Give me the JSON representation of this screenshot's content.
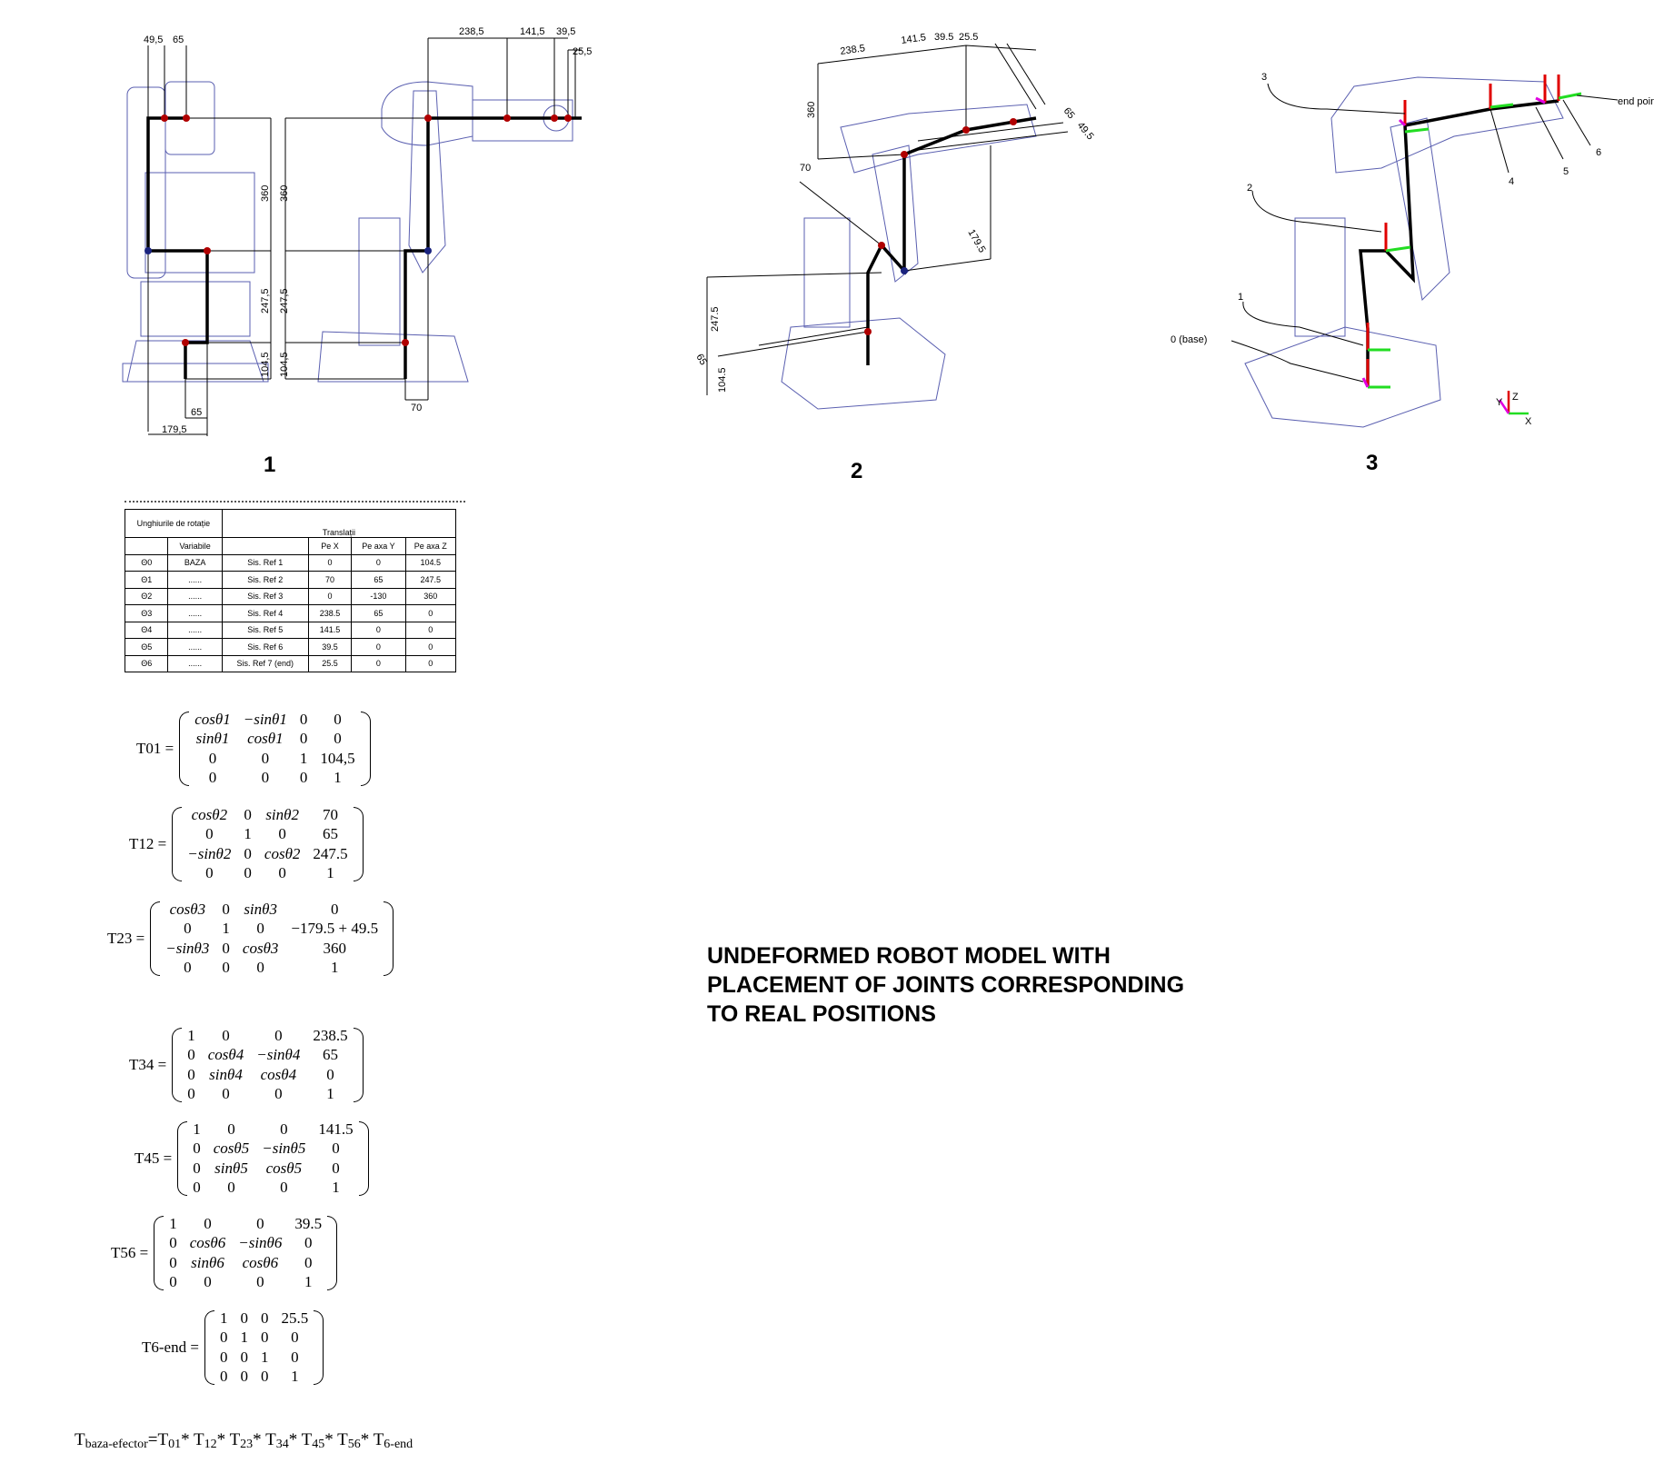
{
  "figures": {
    "fig1": {
      "number": "1",
      "dims": [
        "49,5",
        "65",
        "238,5",
        "141,5",
        "39,5",
        "25,5",
        "360",
        "360",
        "247,5",
        "247,5",
        "104,5",
        "104,5",
        "65",
        "179,5",
        "70"
      ]
    },
    "fig2": {
      "number": "2",
      "dims": [
        "238.5",
        "141.5",
        "39.5",
        "25.5",
        "360",
        "70",
        "65",
        "49.5",
        "179.5",
        "247.5",
        "65",
        "104.5"
      ]
    },
    "fig3": {
      "number": "3",
      "labels": [
        "3",
        "2",
        "1",
        "0 (base)",
        "4",
        "5",
        "6",
        "end point"
      ],
      "axes": [
        "Y",
        "Z",
        "X"
      ]
    }
  },
  "caption": [
    "UNDEFORMED ROBOT MODEL WITH",
    "PLACEMENT OF JOINTS CORRESPONDING",
    "TO REAL POSITIONS"
  ],
  "table": {
    "header1": [
      "Unghiurile de rotație",
      "Translații"
    ],
    "header2": [
      "",
      "Variabile",
      "",
      "Pe X",
      "Pe axa Y",
      "Pe axa Z"
    ],
    "rows": [
      [
        "Θ0",
        "BAZA",
        "Sis. Ref 1",
        "0",
        "0",
        "104.5"
      ],
      [
        "Θ1",
        "......",
        "Sis. Ref 2",
        "70",
        "65",
        "247.5"
      ],
      [
        "Θ2",
        "......",
        "Sis. Ref 3",
        "0",
        "-130",
        "360"
      ],
      [
        "Θ3",
        "......",
        "Sis. Ref 4",
        "238.5",
        "65",
        "0"
      ],
      [
        "Θ4",
        "......",
        "Sis. Ref 5",
        "141.5",
        "0",
        "0"
      ],
      [
        "Θ5",
        "......",
        "Sis. Ref 6",
        "39.5",
        "0",
        "0"
      ],
      [
        "Θ6",
        "......",
        "Sis. Ref 7 (end)",
        "25.5",
        "0",
        "0"
      ]
    ]
  },
  "matrices": [
    {
      "label": "T01 =",
      "rows": [
        [
          "cosθ1",
          "−sinθ1",
          "0",
          "0"
        ],
        [
          "sinθ1",
          "cosθ1",
          "0",
          "0"
        ],
        [
          "0",
          "0",
          "1",
          "104,5"
        ],
        [
          "0",
          "0",
          "0",
          "1"
        ]
      ]
    },
    {
      "label": "T12 =",
      "rows": [
        [
          "cosθ2",
          "0",
          "sinθ2",
          "70"
        ],
        [
          "0",
          "1",
          "0",
          "65"
        ],
        [
          "−sinθ2",
          "0",
          "cosθ2",
          "247.5"
        ],
        [
          "0",
          "0",
          "0",
          "1"
        ]
      ]
    },
    {
      "label": "T23 =",
      "rows": [
        [
          "cosθ3",
          "0",
          "sinθ3",
          "0"
        ],
        [
          "0",
          "1",
          "0",
          "−179.5 + 49.5"
        ],
        [
          "−sinθ3",
          "0",
          "cosθ3",
          "360"
        ],
        [
          "0",
          "0",
          "0",
          "1"
        ]
      ]
    },
    {
      "label": "T34 =",
      "rows": [
        [
          "1",
          "0",
          "0",
          "238.5"
        ],
        [
          "0",
          "cosθ4",
          "−sinθ4",
          "65"
        ],
        [
          "0",
          "sinθ4",
          "cosθ4",
          "0"
        ],
        [
          "0",
          "0",
          "0",
          "1"
        ]
      ]
    },
    {
      "label": "T45 =",
      "rows": [
        [
          "1",
          "0",
          "0",
          "141.5"
        ],
        [
          "0",
          "cosθ5",
          "−sinθ5",
          "0"
        ],
        [
          "0",
          "sinθ5",
          "cosθ5",
          "0"
        ],
        [
          "0",
          "0",
          "0",
          "1"
        ]
      ]
    },
    {
      "label": "T56 =",
      "rows": [
        [
          "1",
          "0",
          "0",
          "39.5"
        ],
        [
          "0",
          "cosθ6",
          "−sinθ6",
          "0"
        ],
        [
          "0",
          "sinθ6",
          "cosθ6",
          "0"
        ],
        [
          "0",
          "0",
          "0",
          "1"
        ]
      ]
    },
    {
      "label": "T6-end =",
      "rows": [
        [
          "1",
          "0",
          "0",
          "25.5"
        ],
        [
          "0",
          "1",
          "0",
          "0"
        ],
        [
          "0",
          "0",
          "1",
          "0"
        ],
        [
          "0",
          "0",
          "0",
          "1"
        ]
      ]
    }
  ],
  "formula": {
    "parts": [
      {
        "base": "T",
        "sub": "baza-efector",
        "op": "="
      },
      {
        "base": "T",
        "sub": "01",
        "op": "* "
      },
      {
        "base": "T",
        "sub": "12",
        "op": "* "
      },
      {
        "base": "T",
        "sub": "23",
        "op": "* "
      },
      {
        "base": "T",
        "sub": "34",
        "op": "* "
      },
      {
        "base": "T",
        "sub": "45",
        "op": "* "
      },
      {
        "base": "T",
        "sub": "56",
        "op": "* "
      },
      {
        "base": "T",
        "sub": "6-end",
        "op": ""
      }
    ]
  },
  "colors": {
    "wireframe": "#5a5fb0",
    "link": "#000000",
    "joint": "#b00000",
    "joint_blue": "#1a237e",
    "arrow_z": "#e00000",
    "arrow_x": "#22dd22"
  }
}
